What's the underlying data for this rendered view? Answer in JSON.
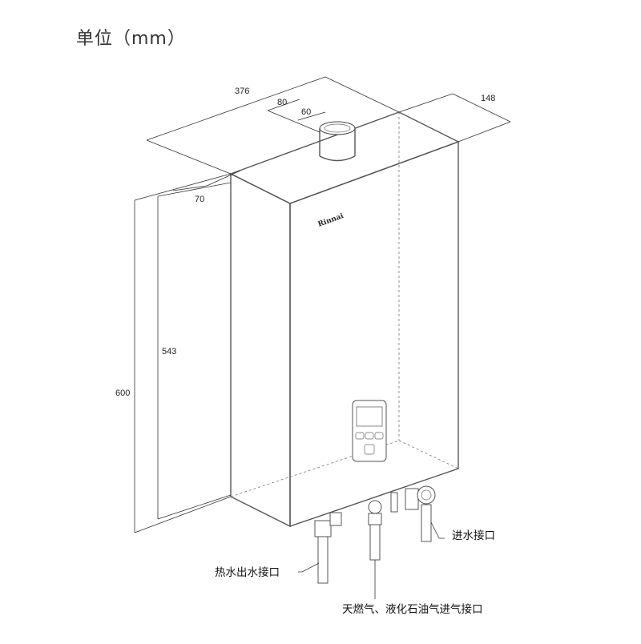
{
  "unit_title": "单位（mm）",
  "brand_logo": "Rinnai",
  "dimensions": {
    "width_total": "376",
    "flue_outer": "80",
    "flue_inner": "60",
    "flue_offset": "70",
    "depth": "148",
    "height_total": "600",
    "height_body": "543"
  },
  "labels": {
    "water_inlet": "进水接口",
    "hot_water_outlet": "热水出水接口",
    "gas_inlet": "天燃气、液化石油气进气接口"
  }
}
